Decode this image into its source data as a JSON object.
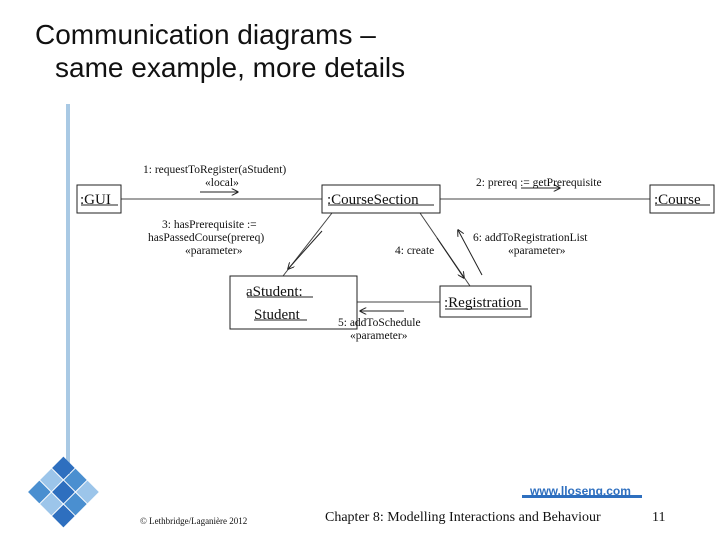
{
  "slide": {
    "title_line1": "Communication diagrams –",
    "title_line2": "same example, more details",
    "website": "www.lloseng.com",
    "copyright": "© Lethbridge/Laganière 2012",
    "chapter": "Chapter 8: Modelling Interactions and Behaviour",
    "page_number": "11"
  },
  "diagram": {
    "objects": {
      "gui": ":GUI",
      "course_section": ":CourseSection",
      "course": ":Course",
      "student_line1": "aStudent:",
      "student_line2": "Student",
      "registration": ":Registration"
    },
    "messages": {
      "m1_line1": "1: requestToRegister(aStudent)",
      "m1_line2": "«local»",
      "m2": "2: prereq := getPrerequisite",
      "m3_line1": "3: hasPrerequisite :=",
      "m3_line2": "hasPassedCourse(prereq)",
      "m3_line3": "«parameter»",
      "m4": "4: create",
      "m5_line1": "5: addToSchedule",
      "m5_line2": "«parameter»",
      "m6_line1": "6: addToRegistrationList",
      "m6_line2": "«parameter»"
    }
  },
  "colors": {
    "accent_blue": "#2e6fbf",
    "light_blue_bar": "#a9c9e4"
  }
}
